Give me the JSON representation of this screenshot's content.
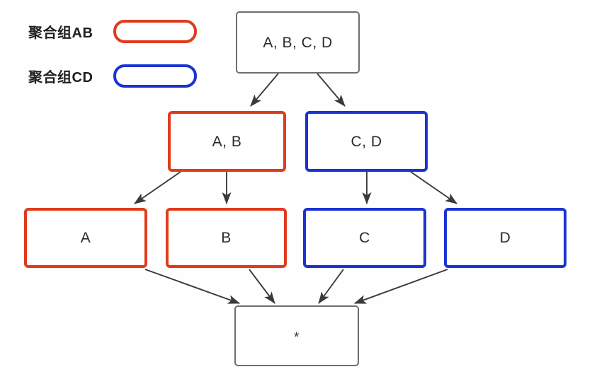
{
  "diagram": {
    "background_color": "#fefefe",
    "legend": [
      {
        "label": "聚合组AB",
        "swatch": "rounded-rect-outline",
        "color": "#DF3B1C"
      },
      {
        "label": "聚合组CD",
        "swatch": "rounded-rect-outline",
        "color": "#1A33D2"
      }
    ],
    "nodes": {
      "root": {
        "label": "A, B, C, D",
        "color": "#6e6e6e",
        "group": "none"
      },
      "ab": {
        "label": "A, B",
        "color": "#DF3B1C",
        "group": "聚合组AB"
      },
      "cd": {
        "label": "C, D",
        "color": "#1A33D2",
        "group": "聚合组CD"
      },
      "a": {
        "label": "A",
        "color": "#DF3B1C",
        "group": "聚合组AB"
      },
      "b": {
        "label": "B",
        "color": "#DF3B1C",
        "group": "聚合组AB"
      },
      "c": {
        "label": "C",
        "color": "#1A33D2",
        "group": "聚合组CD"
      },
      "d": {
        "label": "D",
        "color": "#1A33D2",
        "group": "聚合组CD"
      },
      "star": {
        "label": "*",
        "color": "#6e6e6e",
        "group": "none"
      }
    },
    "edges": [
      {
        "from": "root",
        "to": "ab",
        "style": "arrow"
      },
      {
        "from": "root",
        "to": "cd",
        "style": "arrow"
      },
      {
        "from": "ab",
        "to": "a",
        "style": "arrow"
      },
      {
        "from": "ab",
        "to": "b",
        "style": "arrow"
      },
      {
        "from": "cd",
        "to": "c",
        "style": "arrow"
      },
      {
        "from": "cd",
        "to": "d",
        "style": "arrow"
      },
      {
        "from": "a",
        "to": "star",
        "style": "arrow"
      },
      {
        "from": "b",
        "to": "star",
        "style": "arrow"
      },
      {
        "from": "c",
        "to": "star",
        "style": "arrow"
      },
      {
        "from": "d",
        "to": "star",
        "style": "arrow"
      }
    ],
    "edge_color": "#3a3a3a"
  }
}
